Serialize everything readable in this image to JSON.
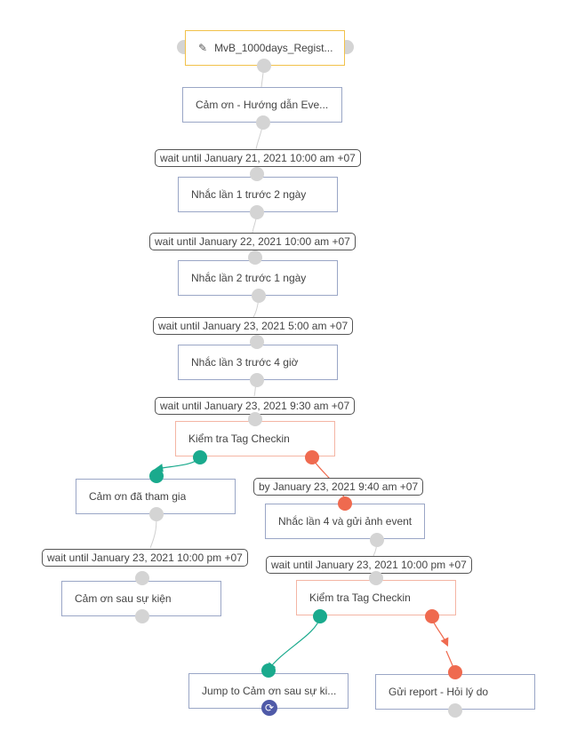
{
  "colors": {
    "node_border": "#9aa6c6",
    "trigger_border": "#f1c14a",
    "condition_border": "#f4b5a4",
    "port_grey": "#d4d4d4",
    "port_yes": "#1aaa8d",
    "port_no": "#ef6a4f",
    "sync_icon": "#4f5aa8"
  },
  "trigger": {
    "label": "MvB_1000days_Regist...",
    "icon": "edit-icon"
  },
  "nodes": {
    "thanks_guide": "Cảm ơn - Hướng dẫn Eve...",
    "remind_1": "Nhắc lần 1 trước 2 ngày",
    "remind_2": "Nhắc lần 2 trước 1 ngày",
    "remind_3": "Nhắc lần 3 trước 4 giờ",
    "check_tag_1": "Kiểm tra Tag Checkin",
    "thanks_attend": "Cảm ơn đã tham gia",
    "remind_4": "Nhắc lần 4 và gửi ảnh event",
    "thanks_after": "Cảm ơn sau sự kiện",
    "check_tag_2": "Kiểm tra Tag Checkin",
    "jump_to": "Jump to Cảm ơn sau sự ki...",
    "send_report": "Gửi report - Hỏi lý do"
  },
  "waits": {
    "w1": "wait until January 21, 2021 10:00 am +07",
    "w2": "wait until January 22, 2021 10:00 am +07",
    "w3": "wait until January 23, 2021 5:00 am +07",
    "w4": "wait until January 23, 2021 9:30 am +07",
    "w5": "by January 23, 2021 9:40 am +07",
    "w6": "wait until January 23, 2021 10:00 pm +07",
    "w7": "wait until January 23, 2021 10:00 pm +07"
  },
  "jump_icon": "sync-icon"
}
